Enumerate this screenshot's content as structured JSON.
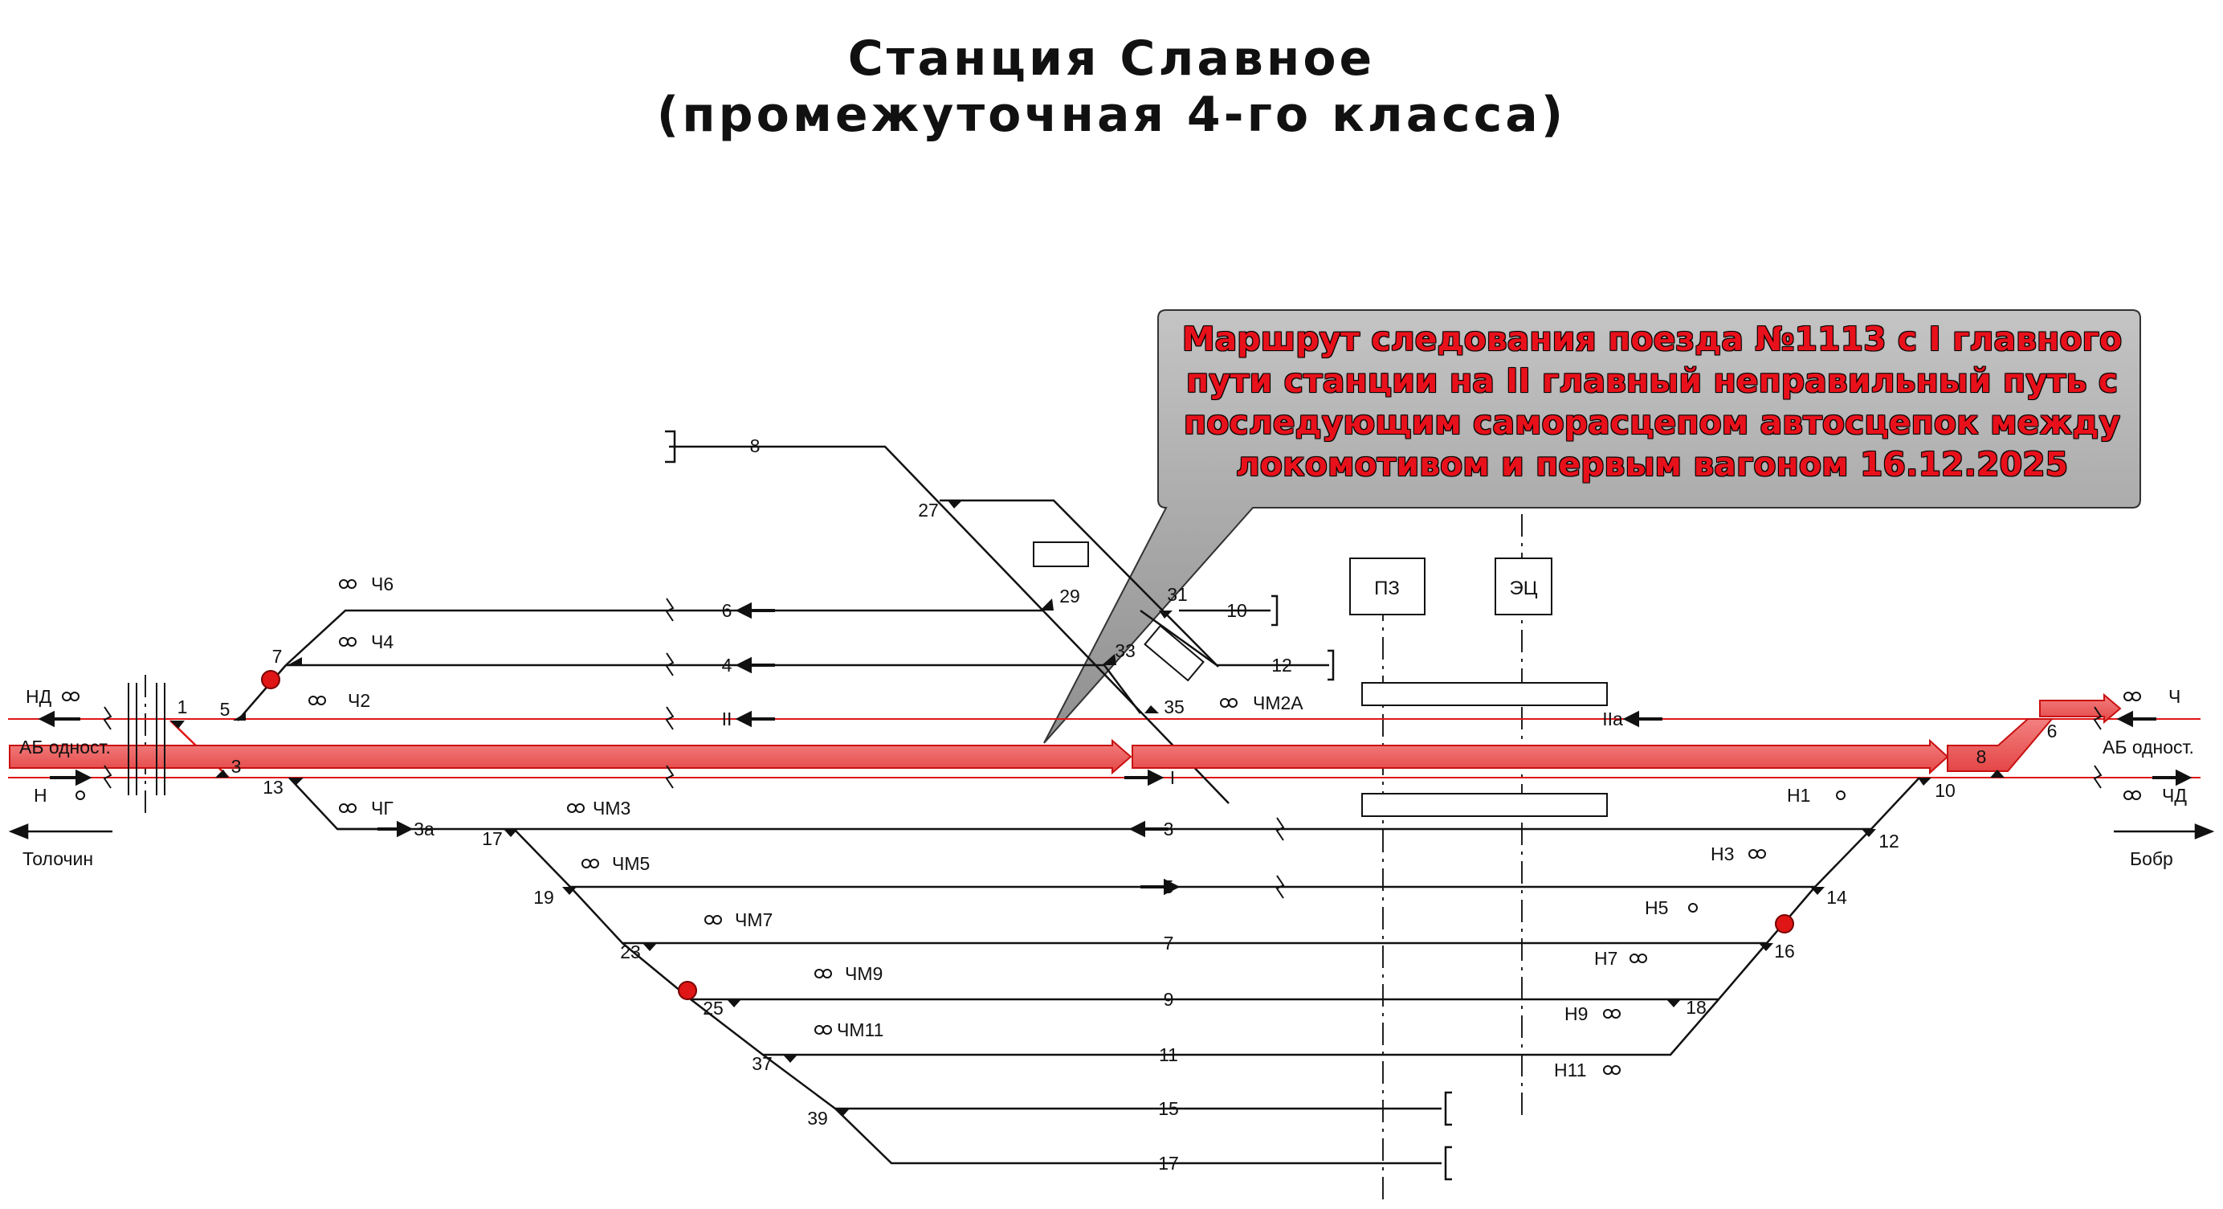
{
  "title": {
    "line1": "Станция Славное",
    "line2": "(промежуточная 4-го класса)"
  },
  "callout": {
    "text": "Маршрут следования поезда №1113 с I главного пути станции на II главный неправильный путь с последующим саморасцепом автосцепок между локомотивом и первым вагоном 16.12.2025"
  },
  "directions": {
    "left": "Толочин",
    "right": "Бобр",
    "left_block": "АБ одност.",
    "right_block": "АБ одност."
  },
  "buildings": {
    "pz": "ПЗ",
    "ec": "ЭЦ"
  },
  "track_labels": {
    "t8": "8",
    "t6": "6",
    "t4": "4",
    "tII": "II",
    "tIIa": "IIа",
    "tI": "I",
    "t3": "3",
    "t3a": "3а",
    "t5": "5",
    "t7": "7",
    "t9": "9",
    "t11": "11",
    "t15": "15",
    "t17": "17",
    "t10": "10",
    "t12": "12"
  },
  "switches": {
    "s1": "1",
    "s3": "3",
    "s5": "5",
    "s7": "7",
    "s13": "13",
    "s17": "17",
    "s19": "19",
    "s23": "23",
    "s25": "25",
    "s27": "27",
    "s29": "29",
    "s31": "31",
    "s33": "33",
    "s35": "35",
    "s37": "37",
    "s39": "39",
    "s6": "6",
    "s8": "8",
    "s10": "10",
    "s12": "12",
    "s14": "14",
    "s16": "16",
    "s18": "18"
  },
  "signals": {
    "ND": "НД",
    "N": "Н",
    "Ch6": "Ч6",
    "Ch4": "Ч4",
    "Ch2": "Ч2",
    "ChG": "ЧГ",
    "ChM3": "ЧМ3",
    "ChM5": "ЧМ5",
    "ChM7": "ЧМ7",
    "ChM9": "ЧМ9",
    "ChM11": "ЧМ11",
    "ChM2A": "ЧМ2А",
    "N1": "Н1",
    "N3": "Н3",
    "N5": "Н5",
    "N7": "Н7",
    "N9": "Н9",
    "N11": "Н11",
    "Ch": "Ч",
    "ChD": "ЧД"
  },
  "colors": {
    "route": "#f06060",
    "route_stroke": "#d11010",
    "signal_red": "#e01515",
    "callout_bg": "#a9a9a9",
    "callout_text": "#e8111b"
  }
}
